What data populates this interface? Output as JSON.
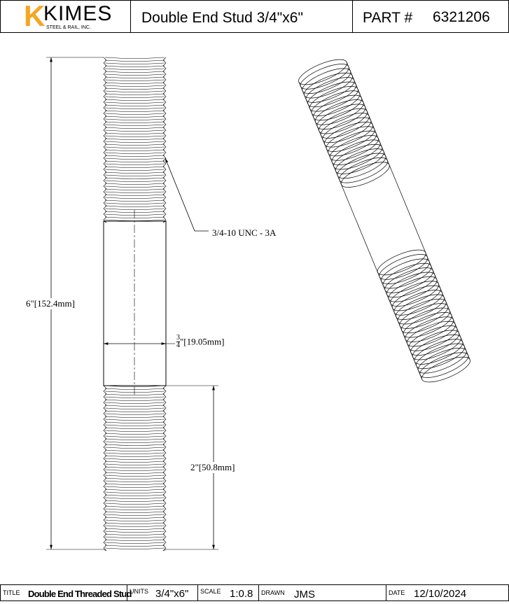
{
  "header": {
    "logo_main": "KIMES",
    "logo_sub": "STEEL & RAIL, INC.",
    "title": "Double End Stud 3/4\"x6\"",
    "part_label": "PART #",
    "part_number": "6321206"
  },
  "drawing": {
    "thread_callout": "3/4-10 UNC - 3A",
    "overall_length": "6\"[152.4mm]",
    "diameter_num": "3",
    "diameter_den": "4",
    "diameter_suffix": "\"[19.05mm]",
    "thread_length": "2\"[50.8mm]"
  },
  "title_block": {
    "title_label": "TITLE",
    "title_value": "Double End Threaded Stud",
    "units_label": "UNITS",
    "units_value": "3/4\"x6\"",
    "scale_label": "SCALE",
    "scale_value": "1:0.8",
    "drawn_label": "DRAWN",
    "drawn_value": "JMS",
    "date_label": "DATE",
    "date_value": "12/10/2024"
  },
  "colors": {
    "logo_accent": "#F5A623",
    "line": "#000000"
  }
}
